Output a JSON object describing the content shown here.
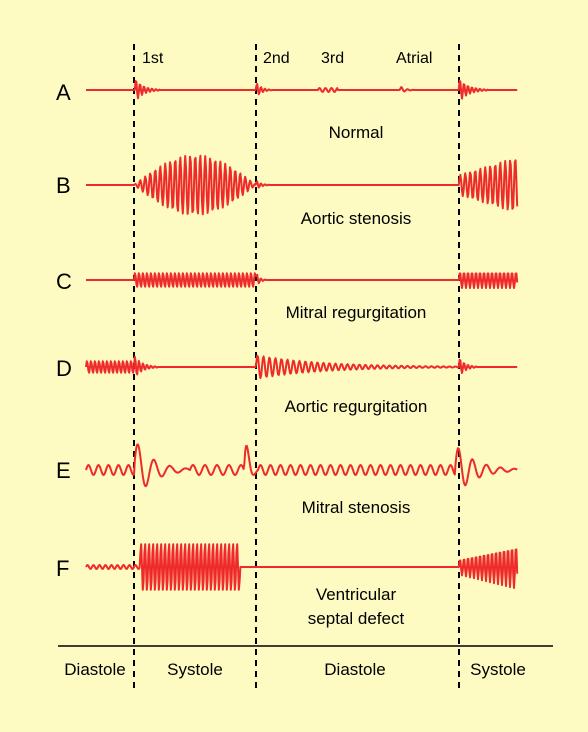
{
  "colors": {
    "background": "#fdfac2",
    "waveform": "#ee2a2a",
    "ink": "#000000"
  },
  "heart_sounds": {
    "first": "1st",
    "second": "2nd",
    "third": "3rd",
    "atrial": "Atrial"
  },
  "rows": [
    {
      "letter": "A",
      "caption": [
        "Normal"
      ]
    },
    {
      "letter": "B",
      "caption": [
        "Aortic stenosis"
      ]
    },
    {
      "letter": "C",
      "caption": [
        "Mitral regurgitation"
      ]
    },
    {
      "letter": "D",
      "caption": [
        "Aortic regurgitation"
      ]
    },
    {
      "letter": "E",
      "caption": [
        "Mitral stenosis"
      ]
    },
    {
      "letter": "F",
      "caption": [
        "Ventricular",
        "septal defect"
      ]
    }
  ],
  "phases": [
    "Diastole",
    "Systole",
    "Diastole",
    "Systole"
  ]
}
